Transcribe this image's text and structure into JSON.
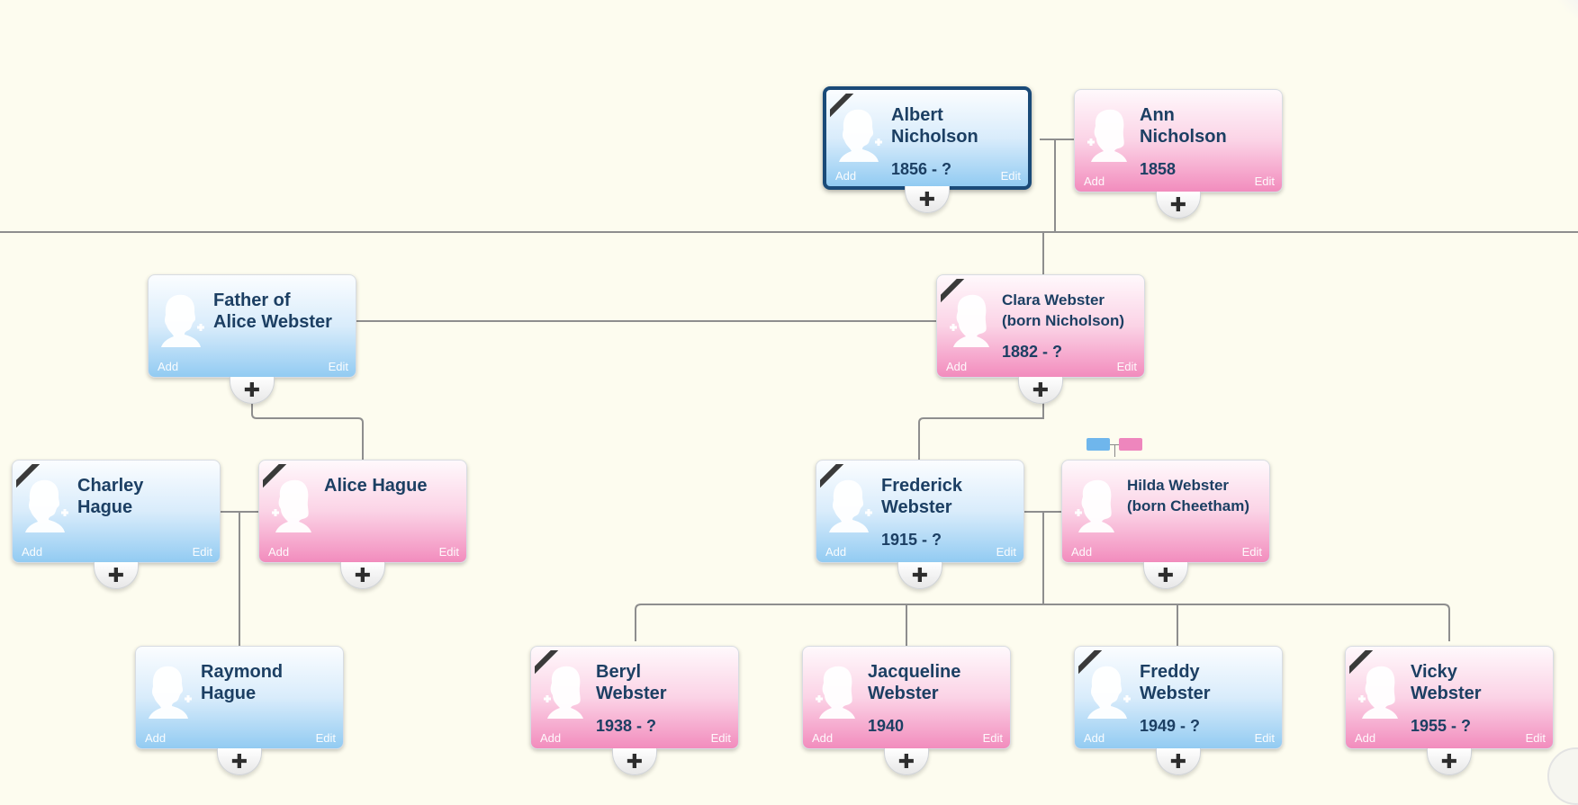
{
  "labels": {
    "add": "Add",
    "edit": "Edit",
    "plus": "✚"
  },
  "colors": {
    "background": "#fdfcef",
    "male": "#92cbf2",
    "female": "#f28cbd",
    "selected_border": "#1a4a78",
    "line": "#8e8e8e"
  },
  "people": [
    {
      "name": "Albert\nNicholson",
      "dates": "1856 - ?",
      "gender": "male",
      "deceased": true,
      "selected": true
    },
    {
      "name": "Ann\nNicholson",
      "dates": "1858",
      "gender": "female",
      "deceased": false
    },
    {
      "name": "Father of\nAlice Webster",
      "dates": "",
      "gender": "male",
      "deceased": false
    },
    {
      "name": "Clara Webster\n(born Nicholson)",
      "dates": "1882 - ?",
      "gender": "female",
      "deceased": true,
      "small": true
    },
    {
      "name": "Charley\nHague",
      "dates": "",
      "gender": "male",
      "deceased": true
    },
    {
      "name": "Alice Hague",
      "dates": "",
      "gender": "female",
      "deceased": true
    },
    {
      "name": "Frederick\nWebster",
      "dates": "1915 - ?",
      "gender": "male",
      "deceased": true
    },
    {
      "name": "Hilda Webster\n(born Cheetham)",
      "dates": "",
      "gender": "female",
      "deceased": false,
      "small": true
    },
    {
      "name": "Raymond\nHague",
      "dates": "",
      "gender": "male",
      "deceased": false
    },
    {
      "name": "Beryl\nWebster",
      "dates": "1938 - ?",
      "gender": "female",
      "deceased": true
    },
    {
      "name": "Jacqueline\nWebster",
      "dates": "1940",
      "gender": "female",
      "deceased": false
    },
    {
      "name": "Freddy\nWebster",
      "dates": "1949 - ?",
      "gender": "male",
      "deceased": true
    },
    {
      "name": "Vicky\nWebster",
      "dates": "1955 - ?",
      "gender": "female",
      "deceased": true
    }
  ]
}
